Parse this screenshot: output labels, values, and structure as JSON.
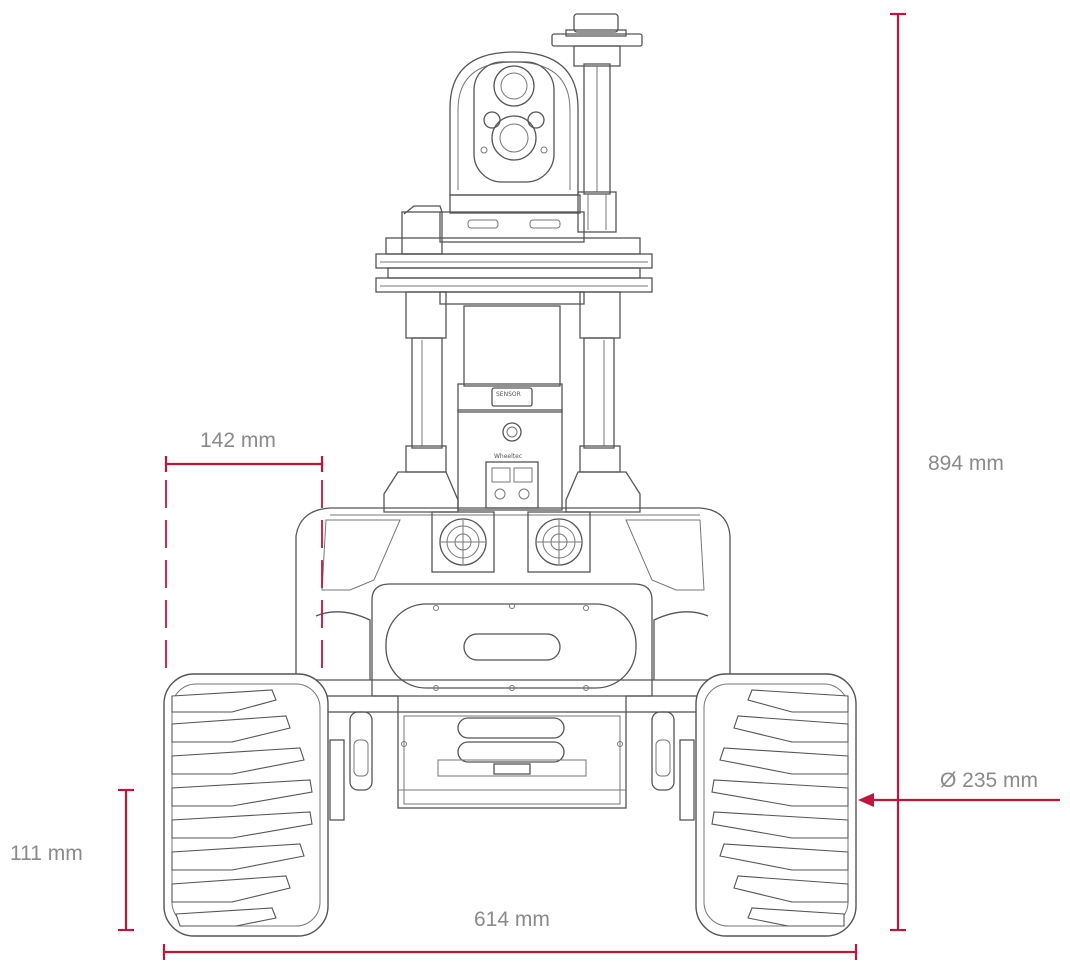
{
  "dimensions": {
    "height_total": "894 mm",
    "wheel_diameter": "Ø 235 mm",
    "width_total": "614 mm",
    "wheel_width": "142 mm",
    "ground_clearance": "111 mm"
  },
  "branding": {
    "base_label": "Wheeltec",
    "plate_label": "SENSOR"
  },
  "colors": {
    "dimension_lines": "#c0163a",
    "drawing_lines": "#555555",
    "labels": "#8a8a8a",
    "background": "#ffffff"
  }
}
